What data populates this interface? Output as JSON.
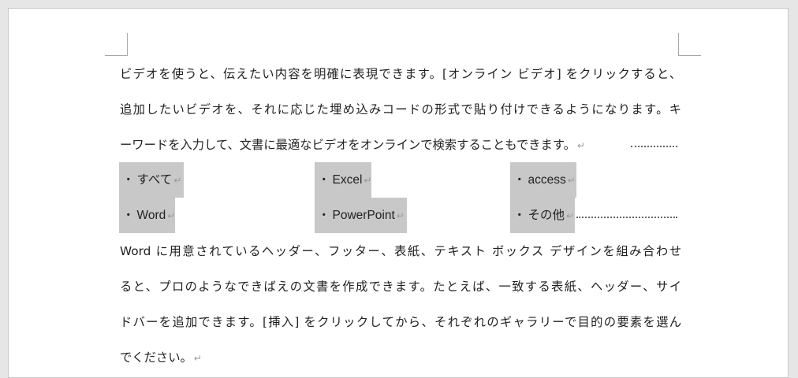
{
  "paragraph1": {
    "lines": [
      "ビデオを使うと、伝えたい内容を明確に表現できます。[オンライン ビデオ] をクリックすると、",
      "追加したいビデオを、それに応じた埋め込みコードの形式で貼り付けできるようになります。キ",
      "ーワードを入力して、文書に最適なビデオをオンラインで検索することもできます。"
    ],
    "mark": "↵"
  },
  "table": {
    "bullet": "・",
    "mark": "↵",
    "rows": [
      [
        "すべて",
        "Excel",
        "access"
      ],
      [
        "Word",
        "PowerPoint",
        "その他"
      ]
    ]
  },
  "paragraph2": {
    "lines": [
      "Word に用意されているヘッダー、フッター、表紙、テキスト ボックス デザインを組み合わせ",
      "ると、プロのようなできばえの文書を作成できます。たとえば、一致する表紙、ヘッダー、サイ",
      "ドバーを追加できます。[挿入] をクリックしてから、それぞれのギャラリーで目的の要素を選ん",
      "でください。"
    ],
    "mark": "↵"
  }
}
